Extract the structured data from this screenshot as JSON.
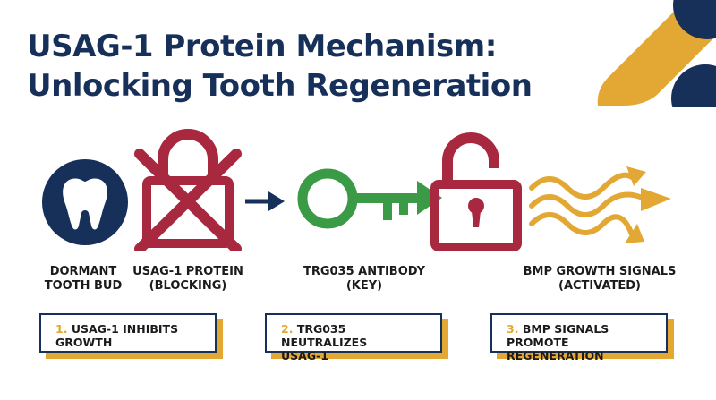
{
  "title": {
    "line1": "USAG-1 Protein Mechanism:",
    "line2": "Unlocking Tooth Regeneration"
  },
  "colors": {
    "navy": "#17305a",
    "gold": "#e3a834",
    "crimson": "#a8283f",
    "green": "#3a9a45"
  },
  "icons": {
    "tooth": "tooth-icon",
    "blocked_lock": "crossed-lock-icon",
    "key": "key-icon",
    "open_lock": "unlocked-padlock-icon",
    "signals": "wavy-arrows-icon"
  },
  "labels": {
    "tooth_bud": {
      "line1": "DORMANT",
      "line2": "TOOTH BUD"
    },
    "usag1": {
      "line1": "USAG-1 PROTEIN",
      "line2": "(BLOCKING)"
    },
    "trg035": {
      "line1": "TRG035 ANTIBODY",
      "line2": "(KEY)"
    },
    "bmp": {
      "line1": "BMP GROWTH SIGNALS",
      "line2": "(ACTIVATED)"
    }
  },
  "steps": [
    {
      "number": "1.",
      "line1": "USAG-1 INHIBITS",
      "line2": "GROWTH"
    },
    {
      "number": "2.",
      "line1": "TRG035 NEUTRALIZES",
      "line2": "USAG-1"
    },
    {
      "number": "3.",
      "line1": "BMP SIGNALS PROMOTE",
      "line2": "REGENERATION"
    }
  ]
}
